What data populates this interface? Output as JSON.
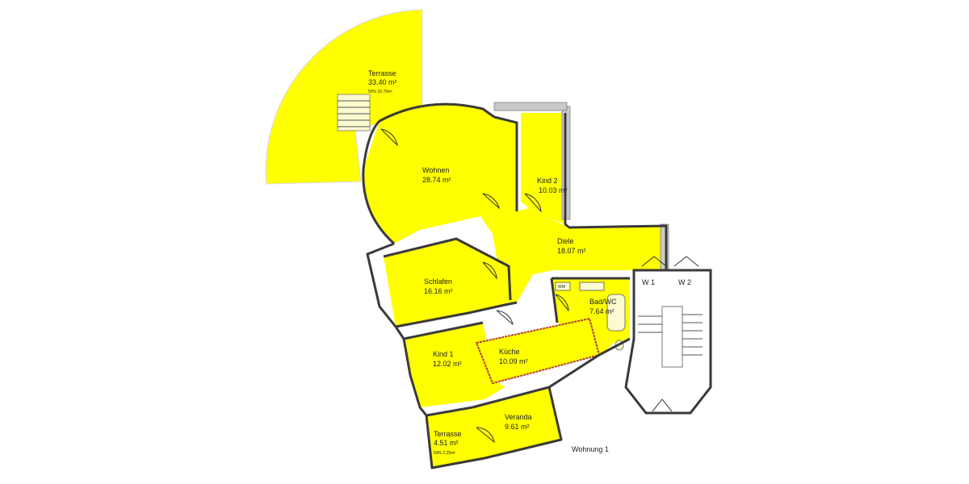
{
  "colors": {
    "room_fill": "#ffff00",
    "wall": "#3a3a3a",
    "stair_hatch": "#c9c9c9",
    "kitchen_wall": "#b04030",
    "background": "#ffffff"
  },
  "plan": {
    "title": "Wohnung 1"
  },
  "rooms": {
    "terrasse_large": {
      "name": "Terrasse",
      "area": "33.40 m²",
      "note": "50% 16.70m²"
    },
    "wohnen": {
      "name": "Wohnen",
      "area": "28.74 m²"
    },
    "kind2": {
      "name": "Kind 2",
      "area": "10.03 m²"
    },
    "diele": {
      "name": "Diele",
      "area": "18.07 m²"
    },
    "schlafen": {
      "name": "Schlafen",
      "area": "16.16 m²"
    },
    "bad": {
      "name": "Bad/WC",
      "area": "7.64 m²",
      "fixture": "WM"
    },
    "kind1": {
      "name": "Kind 1",
      "area": "12.02 m²"
    },
    "kueche": {
      "name": "Küche",
      "area": "10.09 m²"
    },
    "veranda": {
      "name": "Veranda",
      "area": "9.61 m²"
    },
    "terrasse_small": {
      "name": "Terrasse",
      "area": "4.51 m²",
      "note": "50% 2.25m²"
    }
  },
  "stairwell": {
    "unit_left": "W 1",
    "unit_right": "W 2"
  }
}
